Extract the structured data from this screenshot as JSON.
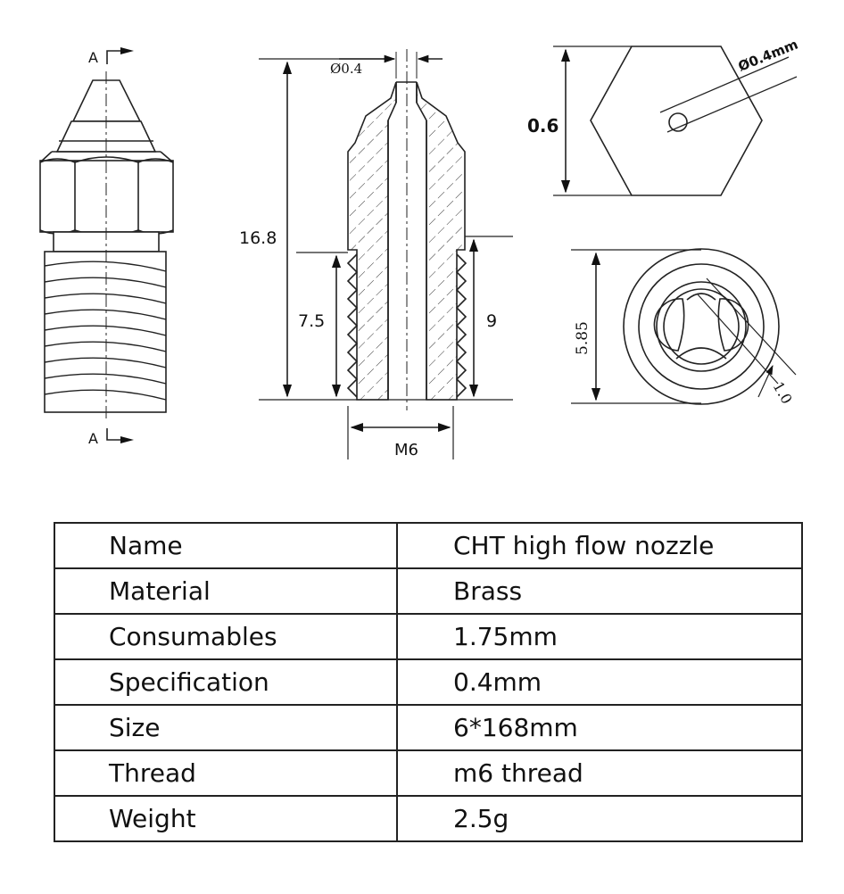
{
  "drawing": {
    "section_marker": "A",
    "side_view": {
      "total_length": "16.8",
      "bore_diameter": "Ø0.4",
      "inner_thread_length": "7.5",
      "thread_length": "9",
      "thread_size": "M6"
    },
    "hex_view": {
      "across_flats": "0.6",
      "orifice": "Ø0.4mm"
    },
    "end_view": {
      "outer_diameter": "5.85",
      "channel": "1.0"
    }
  },
  "specs": {
    "rows": [
      {
        "label": "Name",
        "value": "CHT high flow nozzle"
      },
      {
        "label": "Material",
        "value": "Brass"
      },
      {
        "label": "Consumables",
        "value": "1.75mm"
      },
      {
        "label": "Specification",
        "value": "0.4mm"
      },
      {
        "label": "Size",
        "value": "6*168mm"
      },
      {
        "label": "Thread",
        "value": "m6 thread"
      },
      {
        "label": "Weight",
        "value": "2.5g"
      }
    ]
  }
}
